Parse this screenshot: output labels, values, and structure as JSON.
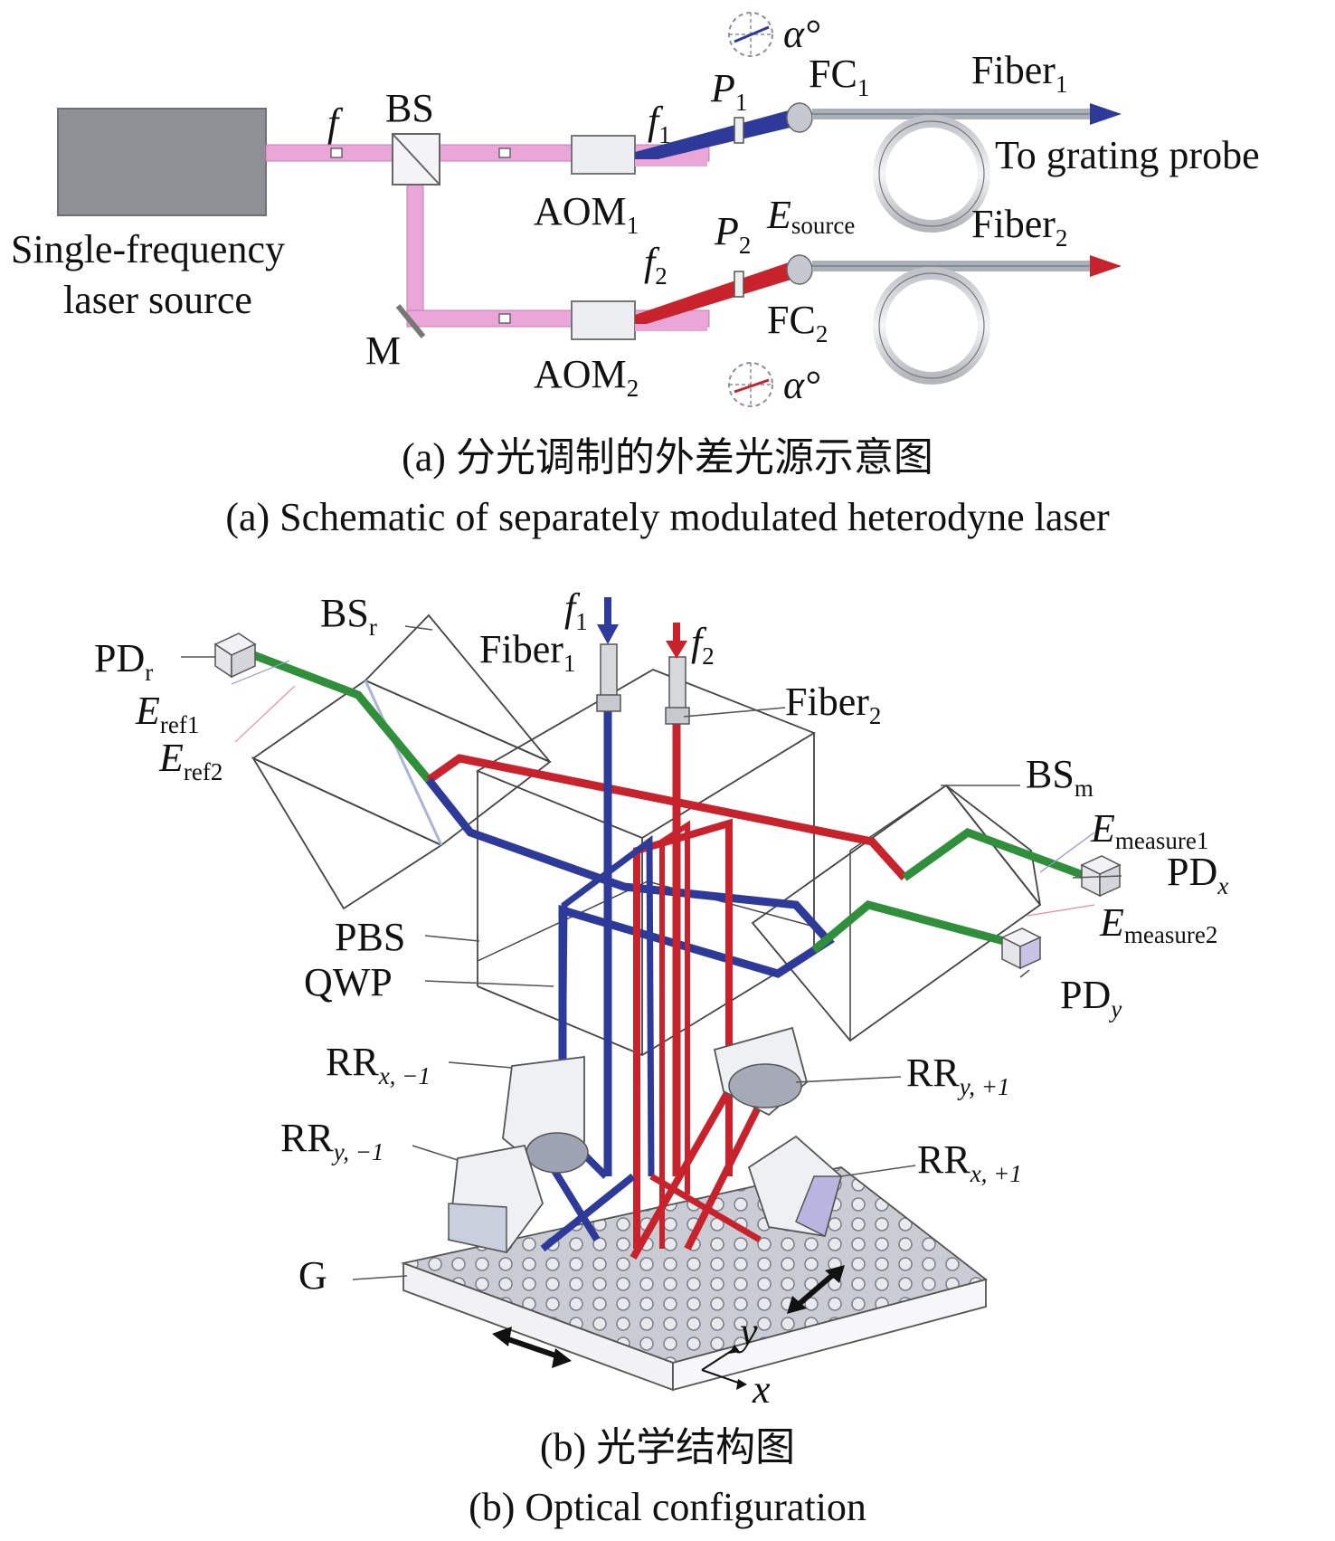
{
  "figure_a": {
    "laser_line1": "Single-frequency",
    "laser_line2": "laser source",
    "f": "f",
    "bs": "BS",
    "mirror": "M",
    "aom1": "AOM",
    "aom1_sub": "1",
    "aom2": "AOM",
    "aom2_sub": "2",
    "f1": "f",
    "f1_sub": "1",
    "f2": "f",
    "f2_sub": "2",
    "p1": "P",
    "p1_sub": "1",
    "p2": "P",
    "p2_sub": "2",
    "e_source": "E",
    "e_source_sub": "source",
    "fc1": "FC",
    "fc1_sub": "1",
    "fc2": "FC",
    "fc2_sub": "2",
    "fiber1": "Fiber",
    "fiber1_sub": "1",
    "fiber2": "Fiber",
    "fiber2_sub": "2",
    "probe": "To grating probe",
    "alpha_top": "α°",
    "alpha_bottom": "α°",
    "caption_cn": "(a) 分光调制的外差光源示意图",
    "caption_en": "(a) Schematic of separately modulated heterodyne laser"
  },
  "figure_b": {
    "bsr": "BS",
    "bsr_sub": "r",
    "pdr": "PD",
    "pdr_sub": "r",
    "eref1": "E",
    "eref1_sub": "ref1",
    "eref2": "E",
    "eref2_sub": "ref2",
    "f1": "f",
    "f1_sub": "1",
    "f2": "f",
    "f2_sub": "2",
    "fiber1": "Fiber",
    "fiber1_sub": "1",
    "fiber2": "Fiber",
    "fiber2_sub": "2",
    "bsm": "BS",
    "bsm_sub": "m",
    "emeasure1": "E",
    "emeasure1_sub": "measure1",
    "emeasure2": "E",
    "emeasure2_sub": "measure2",
    "pdx": "PD",
    "pdx_sub": "x",
    "pdy": "PD",
    "pdy_sub": "y",
    "pbs": "PBS",
    "qwp": "QWP",
    "rr_x_m1": "RR",
    "rr_x_m1_sub": "x, −1",
    "rr_y_p1": "RR",
    "rr_y_p1_sub": "y, +1",
    "rr_y_m1": "RR",
    "rr_y_m1_sub": "y, −1",
    "rr_x_p1": "RR",
    "rr_x_p1_sub": "x, +1",
    "grating": "G",
    "axis_y": "y",
    "axis_x": "x",
    "caption_cn": "(b) 光学结构图",
    "caption_en": "(b) Optical configuration"
  },
  "colors": {
    "beam_pink": "#e9a6d6",
    "beam_blue": "#2e3a9a",
    "beam_red": "#c8232c",
    "beam_green": "#2f8f3a",
    "laser_box": "#8f9095"
  }
}
